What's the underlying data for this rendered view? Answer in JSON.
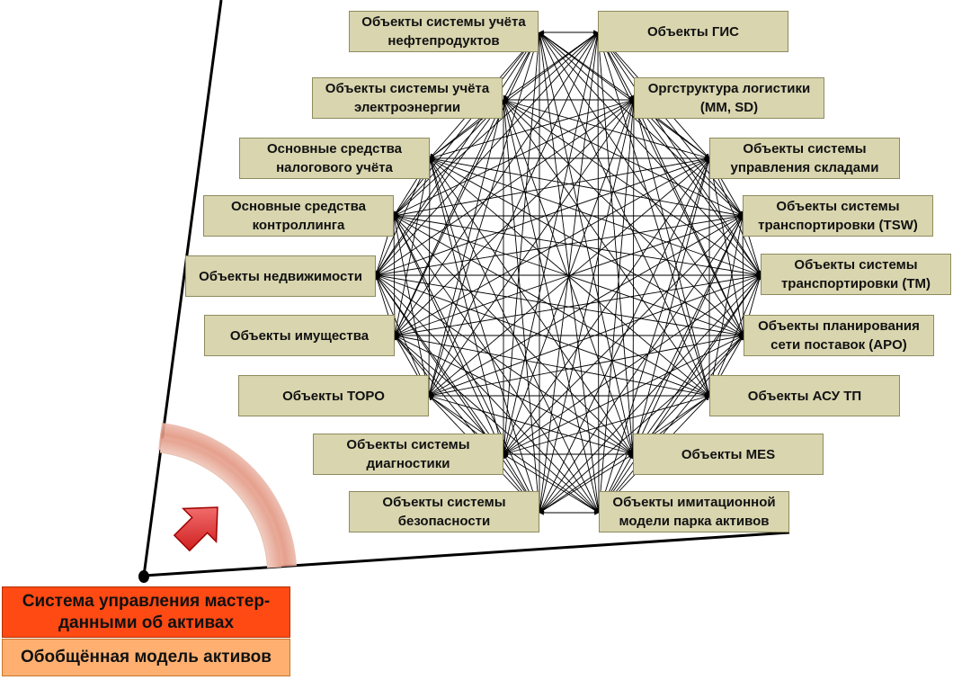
{
  "main": {
    "title": "Система управления мастер-данными об активах",
    "subtitle": "Обобщённая модель активов"
  },
  "nodes": [
    {
      "id": "n1",
      "label": "Объекты системы учёта нефтепродуктов"
    },
    {
      "id": "n2",
      "label": "Объекты ГИС"
    },
    {
      "id": "n3",
      "label": "Объекты системы учёта электроэнергии"
    },
    {
      "id": "n4",
      "label": "Оргструктура логистики (MM, SD)"
    },
    {
      "id": "n5",
      "label": "Основные средства налогового учёта"
    },
    {
      "id": "n6",
      "label": "Объекты системы управления складами"
    },
    {
      "id": "n7",
      "label": "Основные средства контроллинга"
    },
    {
      "id": "n8",
      "label": "Объекты системы транспортировки (TSW)"
    },
    {
      "id": "n9",
      "label": "Объекты недвижимости"
    },
    {
      "id": "n10",
      "label": "Объекты системы транспортировки (TM)"
    },
    {
      "id": "n11",
      "label": "Объекты имущества"
    },
    {
      "id": "n12",
      "label": "Объекты планирования сети поставок (APO)"
    },
    {
      "id": "n13",
      "label": "Объекты ТОРО"
    },
    {
      "id": "n14",
      "label": "Объекты АСУ ТП"
    },
    {
      "id": "n15",
      "label": "Объекты системы диагностики"
    },
    {
      "id": "n16",
      "label": "Объекты MES"
    },
    {
      "id": "n17",
      "label": "Объекты системы безопасности"
    },
    {
      "id": "n18",
      "label": "Объекты имитационной модели парка активов"
    }
  ],
  "colors": {
    "node_fill": "#d8d5af",
    "main_fill": "#ff4a14",
    "sub_fill": "#ffb070",
    "arc": "#e8a08a",
    "arrow": "#e02020"
  }
}
